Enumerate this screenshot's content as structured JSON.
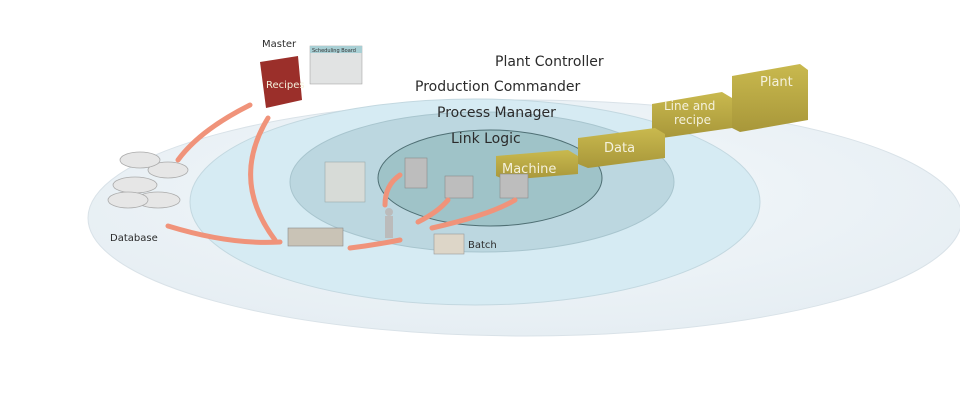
{
  "rings": {
    "plant_controller": "Plant Controller",
    "production_commander": "Production Commander",
    "process_manager": "Process Manager",
    "link_logic": "Link Logic"
  },
  "blocks": {
    "machine": "Machine",
    "data": "Data",
    "line_and_recipe_1": "Line and",
    "line_and_recipe_2": "recipe",
    "plant": "Plant"
  },
  "labels": {
    "master": "Master",
    "recipes": "Recipes",
    "scheduling_board": "Scheduling Board",
    "database": "Database",
    "batch": "Batch"
  },
  "colors": {
    "outer_ring": "#eef4f8",
    "production_ring": "#d6ebf3",
    "process_ring": "#bcd9e2",
    "link_ring": "#9fc3c8",
    "block": "#b5a642",
    "arrow": "#f0937a",
    "recipes_book": "#9b2f2a"
  }
}
